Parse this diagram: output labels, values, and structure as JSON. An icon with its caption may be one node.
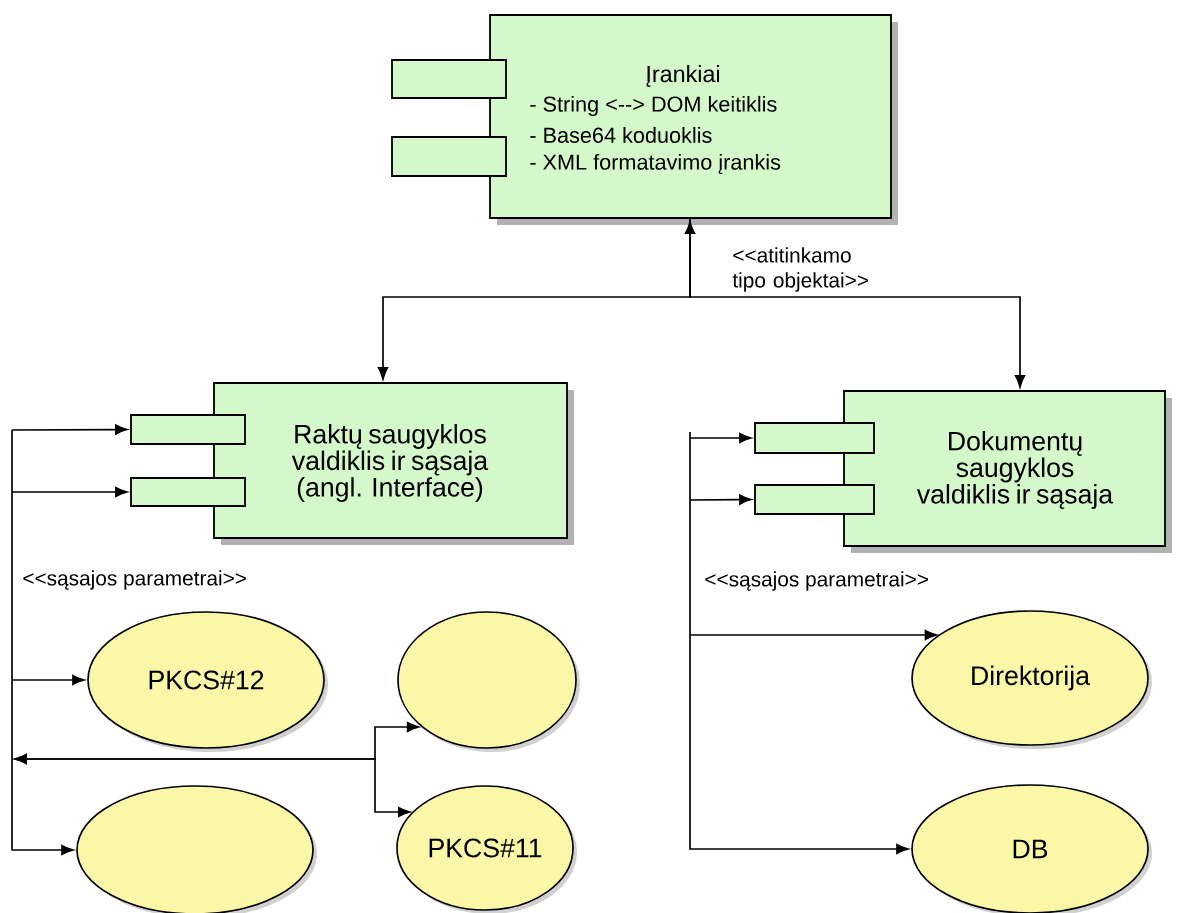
{
  "diagram": {
    "nodes": [
      {
        "text": [
          "Įrankiai",
          "- String <--> DOM keitiklis",
          "- Base64 koduoklis",
          "- XML formatavimo įrankis"
        ]
      },
      {
        "text": [],
        "shape": "box"
      },
      {
        "text": [],
        "shape": "box"
      },
      {
        "text": [
          "Raktų saugyklos valdiklis ir sąsaja (angl. Interface)"
        ]
      },
      {
        "text": [],
        "shape": "box"
      },
      {
        "text": [],
        "shape": "box"
      },
      {
        "text": [
          "Dokumentų saugyklos valdiklis ir sąsaja"
        ]
      },
      {
        "text": [],
        "shape": "box"
      },
      {
        "text": [],
        "shape": "box"
      },
      {
        "text": [
          "PKCS#12"
        ]
      },
      {
        "text": [],
        "shape": "ellipse"
      },
      {
        "text": [],
        "shape": "ellipse"
      },
      {
        "text": [
          "PKCS#11"
        ]
      },
      {
        "text": [
          "Direktorija"
        ]
      },
      {
        "text": [
          "DB"
        ]
      }
    ],
    "edges": [
      {
        "from": 0,
        "to": 3,
        "arrow": "both"
      },
      {
        "from": 0,
        "to": 6,
        "arrow": "to"
      },
      {
        "from": null,
        "to": 4,
        "arrow": "to"
      },
      {
        "from": null,
        "to": 5,
        "arrow": "to"
      },
      {
        "from": null,
        "to": 9,
        "arrow": "to"
      },
      {
        "from": null,
        "to": 10,
        "arrow": "both"
      },
      {
        "from": null,
        "to": 12,
        "arrow": "both"
      },
      {
        "from": null,
        "to": 11,
        "arrow": "to"
      },
      {
        "from": null,
        "to": 7,
        "arrow": "to"
      },
      {
        "from": null,
        "to": 8,
        "arrow": "to"
      },
      {
        "from": null,
        "to": 13,
        "arrow": "to"
      },
      {
        "from": null,
        "to": 14,
        "arrow": "to"
      }
    ],
    "labels": [
      "<<atitinkamo tipo objektai>>",
      "<<sąsajos parametrai>>",
      "<<sąsajos parametrai>>"
    ]
  }
}
